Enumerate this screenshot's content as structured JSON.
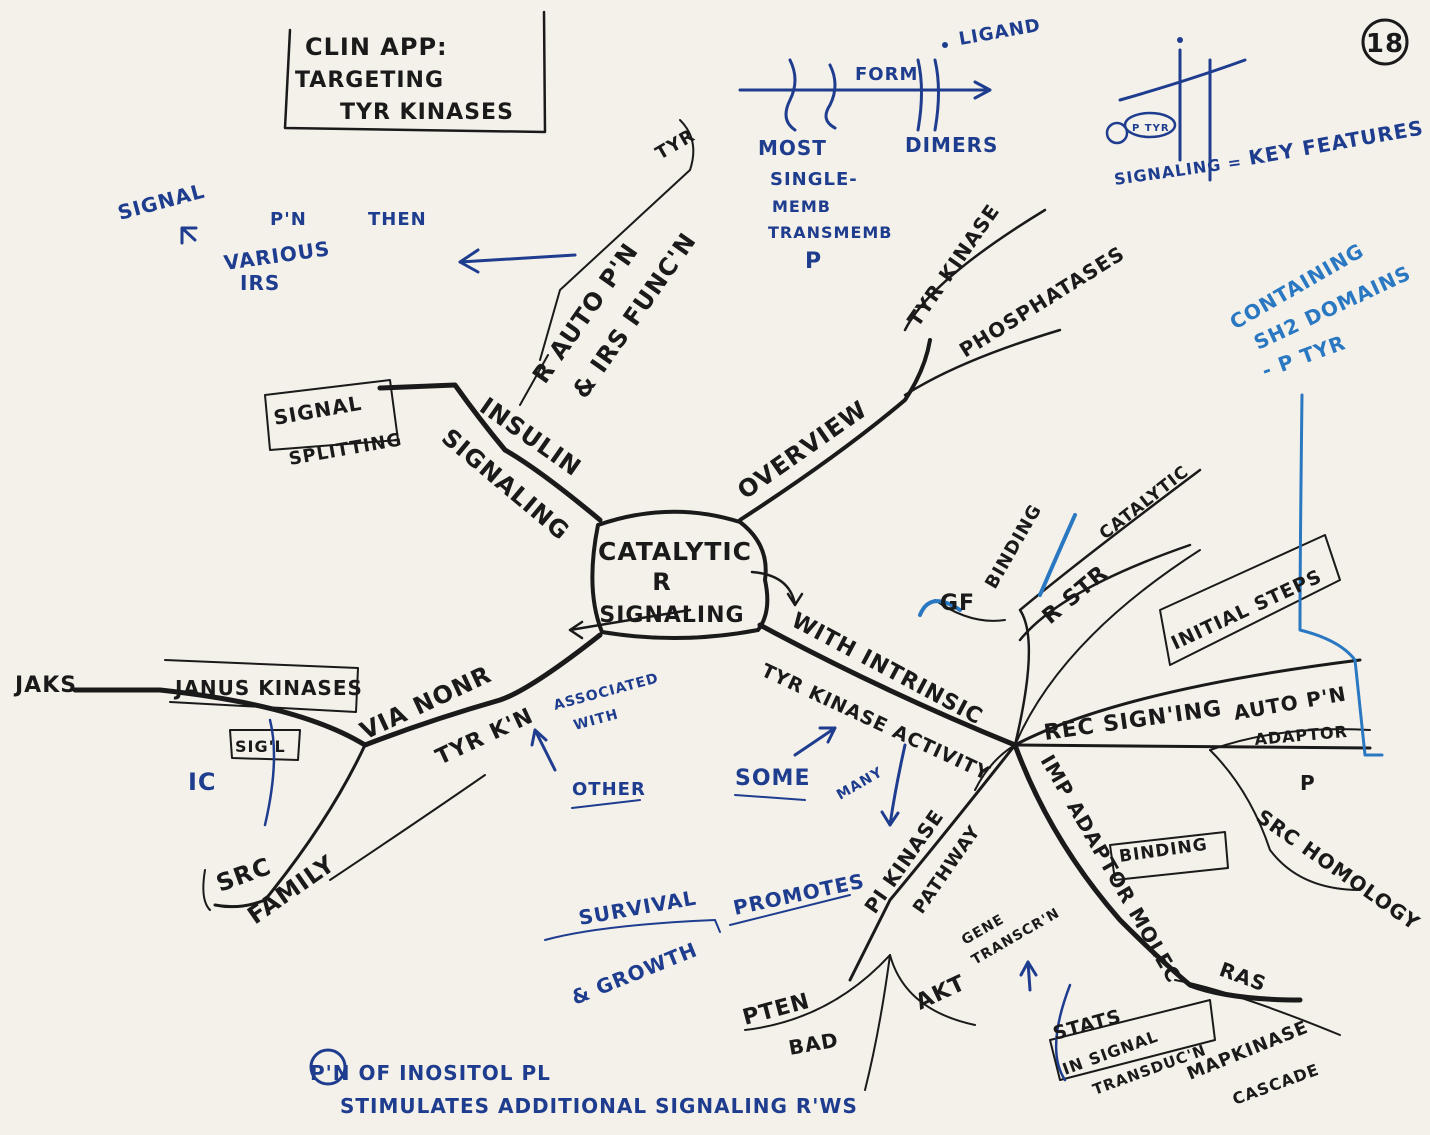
{
  "page_number": "18",
  "title_box": {
    "line1": "CLIN APP:",
    "line2": "TARGETING",
    "line3": "TYR KINASES"
  },
  "center": {
    "line1": "CATALYTIC",
    "line2": "R",
    "line3": "SIGNALING"
  },
  "insulin": {
    "branch": "INSULIN",
    "branch2": "SIGNALING",
    "box_line1": "SIGNAL",
    "box_line2": "SPLITTING",
    "auto_line1": "R AUTO P'N",
    "auto_line2": "& IRS FUNC'N",
    "tyr": "TYR",
    "note_signal": "SIGNAL",
    "note_p": "P'N",
    "note_then": "THEN",
    "note_various": "VARIOUS",
    "note_irs": "IRS"
  },
  "overview": {
    "label": "OVERVIEW",
    "tyr_kinase": "TYR KINASE",
    "phosphatases": "PHOSPHATASES",
    "form": "FORM",
    "ligand": "LIGAND",
    "most": "MOST",
    "single": "SINGLE-",
    "membrane": "MEMB",
    "transmemb": "TRANSMEMB",
    "p": "P",
    "dimers": "DIMERS",
    "ptyr": "P TYR",
    "signaling_eq": "SIGNALING =",
    "key_features": "KEY FEATURES",
    "containing": "CONTAINING",
    "sh2": "SH2 DOMAINS",
    "dash_p": "- P TYR"
  },
  "intrinsic": {
    "label1": "WITH INTRINSIC",
    "label2": "TYR KINASE ACTIVITY",
    "gf": "GF",
    "binding": "BINDING",
    "catalytic": "CATALYTIC",
    "r_str": "R STR",
    "initial_steps": "INITIAL STEPS",
    "rec_signing": "REC SIGN'ING",
    "auto_p": "AUTO P'N",
    "adaptor_box": "ADAPTOR",
    "adaptor_p": "P",
    "src_homology": "SRC HOMOLOGY",
    "imp_adaptor": "IMP ADAPTOR MOLEC",
    "binding_box": "BINDING",
    "ras": "RAS",
    "mapk": "MAPKINASE",
    "cascade": "CASCADE",
    "stats": "STATS",
    "in_signal": "IN SIGNAL",
    "transduc": "TRANSDUC'N",
    "gene_line1": "GENE",
    "gene_line2": "TRANSCR'N",
    "pi_kinase": "PI KINASE",
    "pathway": "PATHWAY",
    "akt": "AKT",
    "pten": "PTEN",
    "bad": "BAD",
    "promotes": "PROMOTES",
    "survival": "SURVIVAL",
    "growth": "& GROWTH",
    "some": "SOME",
    "many": "MANY"
  },
  "nonr": {
    "label1": "VIA NONR",
    "label2": "TYR K'N",
    "associated": "ASSOCIATED",
    "with": "WITH",
    "other": "OTHER",
    "jaks": "JAKS",
    "janus": "JANUS KINASES",
    "sig_box": "SIG'L",
    "ic": "IC",
    "src": "SRC",
    "family": "FAMILY"
  },
  "footer": {
    "line1": "P'N OF INOSITOL PL",
    "line2": "STIMULATES ADDITIONAL SIGNALING R'WS"
  }
}
